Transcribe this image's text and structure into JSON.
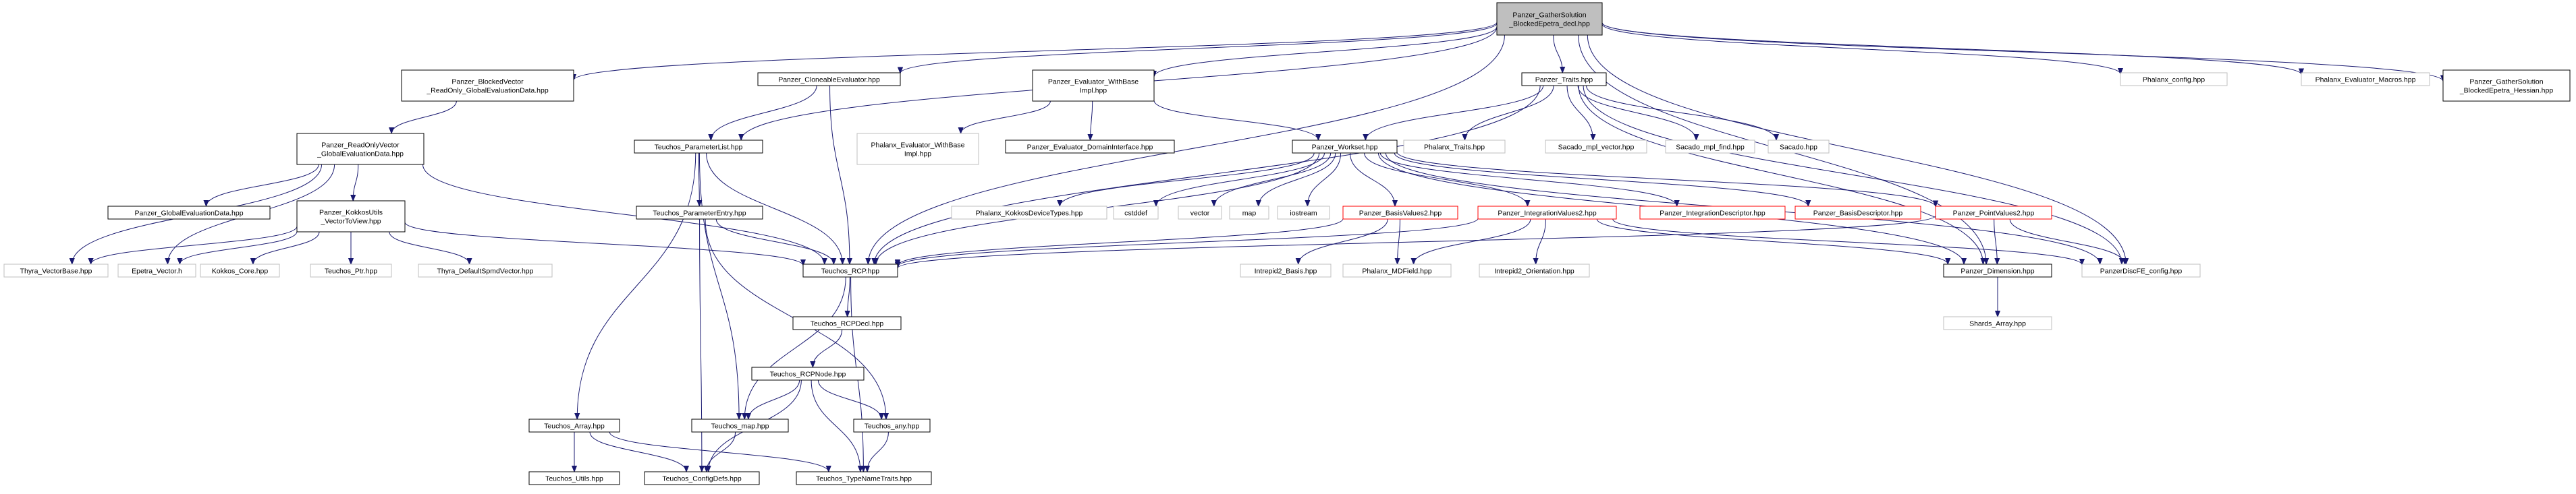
{
  "graph": {
    "root": "n_root",
    "colors": {
      "edge": "#191970",
      "root_fill": "#bfbfbf",
      "normal_border": "#000000",
      "external_border": "#bfbfbf",
      "external_text": "#404040",
      "incomplete_border": "#ff0000"
    },
    "nodes": [
      {
        "id": "n_root",
        "lines": [
          "Panzer_GatherSolution",
          "_BlockedEpetra_decl.hpp"
        ],
        "kind": "root"
      },
      {
        "id": "n_bvro",
        "lines": [
          "Panzer_BlockedVector",
          "_ReadOnly_GlobalEvaluationData.hpp"
        ],
        "kind": "normal"
      },
      {
        "id": "n_clone",
        "lines": [
          "Panzer_CloneableEvaluator.hpp"
        ],
        "kind": "normal"
      },
      {
        "id": "n_ewb",
        "lines": [
          "Panzer_Evaluator_WithBase",
          "Impl.hpp"
        ],
        "kind": "normal"
      },
      {
        "id": "n_traits",
        "lines": [
          "Panzer_Traits.hpp"
        ],
        "kind": "normal"
      },
      {
        "id": "n_phcfg",
        "lines": [
          "Phalanx_config.hpp"
        ],
        "kind": "external"
      },
      {
        "id": "n_phmac",
        "lines": [
          "Phalanx_Evaluator_Macros.hpp"
        ],
        "kind": "external"
      },
      {
        "id": "n_gshess",
        "lines": [
          "Panzer_GatherSolution",
          "_BlockedEpetra_Hessian.hpp"
        ],
        "kind": "normal"
      },
      {
        "id": "n_rovg",
        "lines": [
          "Panzer_ReadOnlyVector",
          "_GlobalEvaluationData.hpp"
        ],
        "kind": "normal"
      },
      {
        "id": "n_plist",
        "lines": [
          "Teuchos_ParameterList.hpp"
        ],
        "kind": "normal"
      },
      {
        "id": "n_phewb",
        "lines": [
          "Phalanx_Evaluator_WithBase",
          "Impl.hpp"
        ],
        "kind": "external"
      },
      {
        "id": "n_edi",
        "lines": [
          "Panzer_Evaluator_DomainInterface.hpp"
        ],
        "kind": "normal"
      },
      {
        "id": "n_workset",
        "lines": [
          "Panzer_Workset.hpp"
        ],
        "kind": "normal"
      },
      {
        "id": "n_phtraits",
        "lines": [
          "Phalanx_Traits.hpp"
        ],
        "kind": "external"
      },
      {
        "id": "n_smplv",
        "lines": [
          "Sacado_mpl_vector.hpp"
        ],
        "kind": "external"
      },
      {
        "id": "n_smplf",
        "lines": [
          "Sacado_mpl_find.hpp"
        ],
        "kind": "external"
      },
      {
        "id": "n_sacado",
        "lines": [
          "Sacado.hpp"
        ],
        "kind": "external"
      },
      {
        "id": "n_ged",
        "lines": [
          "Panzer_GlobalEvaluationData.hpp"
        ],
        "kind": "normal"
      },
      {
        "id": "n_kvtv",
        "lines": [
          "Panzer_KokkosUtils",
          "_VectorToView.hpp"
        ],
        "kind": "normal"
      },
      {
        "id": "n_pentry",
        "lines": [
          "Teuchos_ParameterEntry.hpp"
        ],
        "kind": "normal"
      },
      {
        "id": "n_phkdt",
        "lines": [
          "Phalanx_KokkosDeviceTypes.hpp"
        ],
        "kind": "external"
      },
      {
        "id": "n_cstddef",
        "lines": [
          "cstddef"
        ],
        "kind": "external"
      },
      {
        "id": "n_vector",
        "lines": [
          "vector"
        ],
        "kind": "external"
      },
      {
        "id": "n_map",
        "lines": [
          "map"
        ],
        "kind": "external"
      },
      {
        "id": "n_iostream",
        "lines": [
          "iostream"
        ],
        "kind": "external"
      },
      {
        "id": "n_bv2",
        "lines": [
          "Panzer_BasisValues2.hpp"
        ],
        "kind": "incomplete"
      },
      {
        "id": "n_iv2",
        "lines": [
          "Panzer_IntegrationValues2.hpp"
        ],
        "kind": "incomplete"
      },
      {
        "id": "n_intdesc",
        "lines": [
          "Panzer_IntegrationDescriptor.hpp"
        ],
        "kind": "incomplete"
      },
      {
        "id": "n_basdesc",
        "lines": [
          "Panzer_BasisDescriptor.hpp"
        ],
        "kind": "incomplete"
      },
      {
        "id": "n_pv2",
        "lines": [
          "Panzer_PointValues2.hpp"
        ],
        "kind": "incomplete"
      },
      {
        "id": "n_thyvb",
        "lines": [
          "Thyra_VectorBase.hpp"
        ],
        "kind": "external"
      },
      {
        "id": "n_epvec",
        "lines": [
          "Epetra_Vector.h"
        ],
        "kind": "external"
      },
      {
        "id": "n_kcore",
        "lines": [
          "Kokkos_Core.hpp"
        ],
        "kind": "external"
      },
      {
        "id": "n_tptr",
        "lines": [
          "Teuchos_Ptr.hpp"
        ],
        "kind": "external"
      },
      {
        "id": "n_thydsv",
        "lines": [
          "Thyra_DefaultSpmdVector.hpp"
        ],
        "kind": "external"
      },
      {
        "id": "n_rcp",
        "lines": [
          "Teuchos_RCP.hpp"
        ],
        "kind": "normal"
      },
      {
        "id": "n_i2basis",
        "lines": [
          "Intrepid2_Basis.hpp"
        ],
        "kind": "external"
      },
      {
        "id": "n_phmdf",
        "lines": [
          "Phalanx_MDField.hpp"
        ],
        "kind": "external"
      },
      {
        "id": "n_i2orient",
        "lines": [
          "Intrepid2_Orientation.hpp"
        ],
        "kind": "external"
      },
      {
        "id": "n_dim",
        "lines": [
          "Panzer_Dimension.hpp"
        ],
        "kind": "normal"
      },
      {
        "id": "n_pdfe",
        "lines": [
          "PanzerDiscFE_config.hpp"
        ],
        "kind": "external"
      },
      {
        "id": "n_rcpdecl",
        "lines": [
          "Teuchos_RCPDecl.hpp"
        ],
        "kind": "normal"
      },
      {
        "id": "n_shards",
        "lines": [
          "Shards_Array.hpp"
        ],
        "kind": "external"
      },
      {
        "id": "n_rcpnode",
        "lines": [
          "Teuchos_RCPNode.hpp"
        ],
        "kind": "normal"
      },
      {
        "id": "n_tarray",
        "lines": [
          "Teuchos_Array.hpp"
        ],
        "kind": "normal"
      },
      {
        "id": "n_tmap",
        "lines": [
          "Teuchos_map.hpp"
        ],
        "kind": "normal"
      },
      {
        "id": "n_tany",
        "lines": [
          "Teuchos_any.hpp"
        ],
        "kind": "normal"
      },
      {
        "id": "n_tutils",
        "lines": [
          "Teuchos_Utils.hpp"
        ],
        "kind": "normal"
      },
      {
        "id": "n_tcfg",
        "lines": [
          "Teuchos_ConfigDefs.hpp"
        ],
        "kind": "normal"
      },
      {
        "id": "n_ttnt",
        "lines": [
          "Teuchos_TypeNameTraits.hpp"
        ],
        "kind": "normal"
      }
    ],
    "edges": [
      [
        "n_root",
        "n_bvro"
      ],
      [
        "n_root",
        "n_clone"
      ],
      [
        "n_root",
        "n_ewb"
      ],
      [
        "n_root",
        "n_traits"
      ],
      [
        "n_root",
        "n_phcfg"
      ],
      [
        "n_root",
        "n_phmac"
      ],
      [
        "n_root",
        "n_gshess"
      ],
      [
        "n_root",
        "n_plist"
      ],
      [
        "n_root",
        "n_rcp"
      ],
      [
        "n_root",
        "n_dim"
      ],
      [
        "n_root",
        "n_pdfe"
      ],
      [
        "n_bvro",
        "n_rovg"
      ],
      [
        "n_rovg",
        "n_ged"
      ],
      [
        "n_rovg",
        "n_kvtv"
      ],
      [
        "n_rovg",
        "n_thyvb"
      ],
      [
        "n_rovg",
        "n_epvec"
      ],
      [
        "n_rovg",
        "n_rcp"
      ],
      [
        "n_kvtv",
        "n_thyvb"
      ],
      [
        "n_kvtv",
        "n_epvec"
      ],
      [
        "n_kvtv",
        "n_kcore"
      ],
      [
        "n_kvtv",
        "n_tptr"
      ],
      [
        "n_kvtv",
        "n_thydsv"
      ],
      [
        "n_kvtv",
        "n_rcp"
      ],
      [
        "n_clone",
        "n_plist"
      ],
      [
        "n_clone",
        "n_rcp"
      ],
      [
        "n_ewb",
        "n_phewb"
      ],
      [
        "n_ewb",
        "n_edi"
      ],
      [
        "n_ewb",
        "n_workset"
      ],
      [
        "n_traits",
        "n_workset"
      ],
      [
        "n_traits",
        "n_phtraits"
      ],
      [
        "n_traits",
        "n_smplv"
      ],
      [
        "n_traits",
        "n_smplf"
      ],
      [
        "n_traits",
        "n_sacado"
      ],
      [
        "n_traits",
        "n_pdfe"
      ],
      [
        "n_traits",
        "n_dim"
      ],
      [
        "n_traits",
        "n_rcp"
      ],
      [
        "n_workset",
        "n_phkdt"
      ],
      [
        "n_workset",
        "n_cstddef"
      ],
      [
        "n_workset",
        "n_vector"
      ],
      [
        "n_workset",
        "n_map"
      ],
      [
        "n_workset",
        "n_iostream"
      ],
      [
        "n_workset",
        "n_bv2"
      ],
      [
        "n_workset",
        "n_iv2"
      ],
      [
        "n_workset",
        "n_intdesc"
      ],
      [
        "n_workset",
        "n_basdesc"
      ],
      [
        "n_workset",
        "n_pv2"
      ],
      [
        "n_workset",
        "n_pdfe"
      ],
      [
        "n_workset",
        "n_dim"
      ],
      [
        "n_workset",
        "n_rcp"
      ],
      [
        "n_bv2",
        "n_rcp"
      ],
      [
        "n_bv2",
        "n_i2basis"
      ],
      [
        "n_bv2",
        "n_phmdf"
      ],
      [
        "n_iv2",
        "n_rcp"
      ],
      [
        "n_iv2",
        "n_phmdf"
      ],
      [
        "n_iv2",
        "n_i2orient"
      ],
      [
        "n_iv2",
        "n_dim"
      ],
      [
        "n_iv2",
        "n_pdfe"
      ],
      [
        "n_pv2",
        "n_rcp"
      ],
      [
        "n_pv2",
        "n_dim"
      ],
      [
        "n_pv2",
        "n_pdfe"
      ],
      [
        "n_dim",
        "n_shards"
      ],
      [
        "n_plist",
        "n_pentry"
      ],
      [
        "n_plist",
        "n_rcp"
      ],
      [
        "n_plist",
        "n_tarray"
      ],
      [
        "n_plist",
        "n_tmap"
      ],
      [
        "n_pentry",
        "n_rcp"
      ],
      [
        "n_pentry",
        "n_tany"
      ],
      [
        "n_pentry",
        "n_tcfg"
      ],
      [
        "n_rcp",
        "n_rcpdecl"
      ],
      [
        "n_rcp",
        "n_tmap"
      ],
      [
        "n_rcp",
        "n_ttnt"
      ],
      [
        "n_rcpdecl",
        "n_rcpnode"
      ],
      [
        "n_rcpnode",
        "n_tmap"
      ],
      [
        "n_rcpnode",
        "n_tany"
      ],
      [
        "n_rcpnode",
        "n_tcfg"
      ],
      [
        "n_rcpnode",
        "n_ttnt"
      ],
      [
        "n_tarray",
        "n_tutils"
      ],
      [
        "n_tarray",
        "n_tcfg"
      ],
      [
        "n_tarray",
        "n_ttnt"
      ],
      [
        "n_tmap",
        "n_tcfg"
      ],
      [
        "n_tany",
        "n_ttnt"
      ]
    ]
  }
}
